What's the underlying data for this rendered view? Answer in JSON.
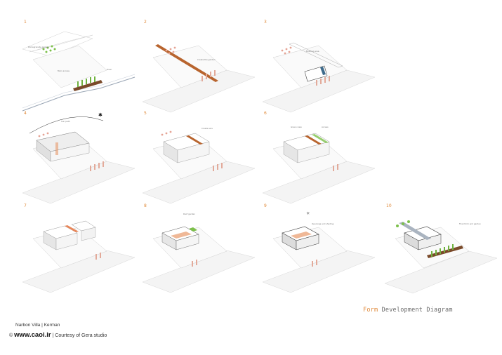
{
  "diagram": {
    "title_accent": "Form",
    "title_rest": "Development Diagram",
    "panels": [
      {
        "num": "1",
        "label_a": "Pomegranate garden",
        "label_b": "Main access",
        "label_c": "River"
      },
      {
        "num": "2",
        "label_a": "Create the garden"
      },
      {
        "num": "3",
        "label_a": "Building area"
      },
      {
        "num": "4",
        "label_a": "Sun path"
      },
      {
        "num": "5",
        "label_a": "Create axis"
      },
      {
        "num": "6",
        "label_a": "Green view",
        "label_b": "Access"
      },
      {
        "num": "7"
      },
      {
        "num": "8",
        "label_a": "Roof garden"
      },
      {
        "num": "9",
        "label_a": "Openings and shading"
      },
      {
        "num": "10",
        "label_a": "Final form and garden"
      }
    ]
  },
  "footer": {
    "project": "Narbon Villa | Kerman",
    "copyright": "©",
    "site": "www.caoi.ir",
    "separator": "|",
    "courtesy": "Courtesy of Gera studio"
  }
}
